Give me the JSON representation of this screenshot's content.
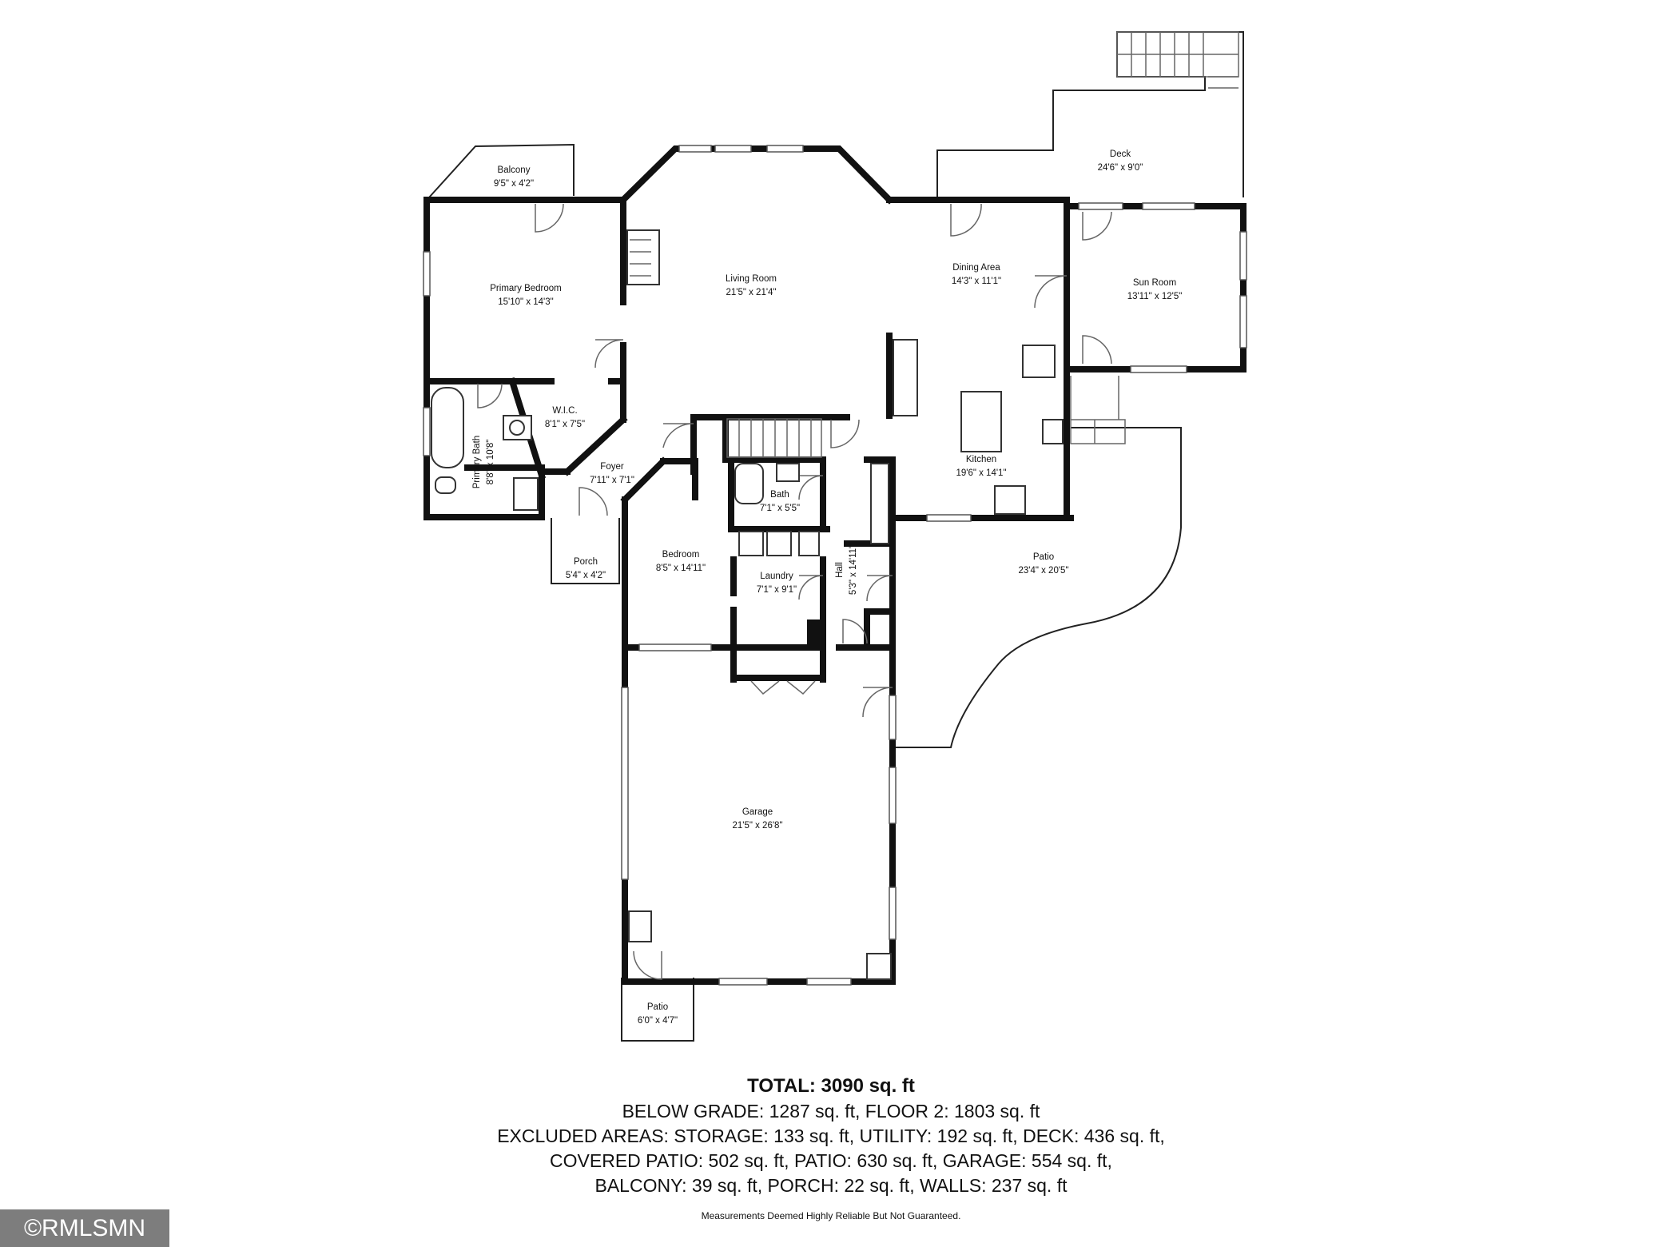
{
  "rooms": [
    {
      "name": "Balcony",
      "dims": "9'5\" x 4'2\""
    },
    {
      "name": "Primary Bedroom",
      "dims": "15'10\" x 14'3\""
    },
    {
      "name": "Living Room",
      "dims": "21'5\" x 21'4\""
    },
    {
      "name": "Dining Area",
      "dims": "14'3\" x 11'1\""
    },
    {
      "name": "Deck",
      "dims": "24'6\" x 9'0\""
    },
    {
      "name": "Sun Room",
      "dims": "13'11\" x 12'5\""
    },
    {
      "name": "W.I.C.",
      "dims": "8'1\" x 7'5\""
    },
    {
      "name": "Primary Bath",
      "dims": "8'8\" x 10'8\""
    },
    {
      "name": "Foyer",
      "dims": "7'11\" x 7'1\""
    },
    {
      "name": "Bath",
      "dims": "7'1\" x 5'5\""
    },
    {
      "name": "Kitchen",
      "dims": "19'6\" x 14'1\""
    },
    {
      "name": "Porch",
      "dims": "5'4\" x 4'2\""
    },
    {
      "name": "Bedroom",
      "dims": "8'5\" x 14'11\""
    },
    {
      "name": "Laundry",
      "dims": "7'1\" x 9'1\""
    },
    {
      "name": "Hall",
      "dims": "5'3\" x 14'11\""
    },
    {
      "name": "Patio",
      "dims": "23'4\" x 20'5\""
    },
    {
      "name": "Garage",
      "dims": "21'5\" x 26'8\""
    },
    {
      "name": "Patio",
      "dims": "6'0\" x 4'7\""
    }
  ],
  "summary": {
    "total": "TOTAL: 3090 sq. ft",
    "line1": "BELOW GRADE: 1287 sq. ft, FLOOR 2: 1803 sq. ft",
    "line2": "EXCLUDED AREAS: STORAGE: 133 sq. ft, UTILITY: 192 sq. ft, DECK: 436 sq. ft,",
    "line3": "COVERED PATIO: 502 sq. ft, PATIO: 630 sq. ft, GARAGE: 554 sq. ft,",
    "line4": "BALCONY: 39 sq. ft, PORCH: 22 sq. ft, WALLS: 237 sq. ft"
  },
  "disclaimer": "Measurements Deemed Highly Reliable But Not Guaranteed.",
  "watermark": "©RMLSMN",
  "colors": {
    "wall": "#111111",
    "background": "#ffffff",
    "watermark_bg": "#7d7d7d"
  }
}
